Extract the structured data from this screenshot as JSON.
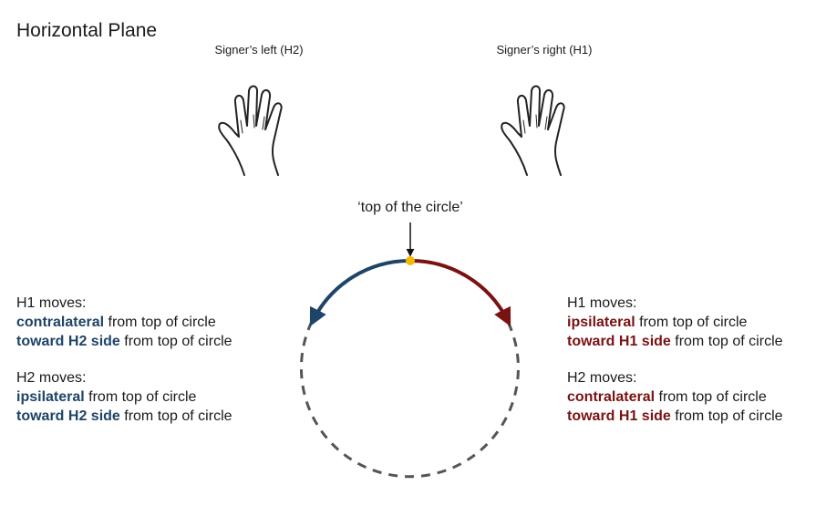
{
  "title": "Horizontal Plane",
  "hands": {
    "left_label": "Signer’s left (H2)",
    "right_label": "Signer’s right (H1)"
  },
  "circle": {
    "top_label": "‘top of the circle’"
  },
  "left_panel": {
    "h1_heading": "H1 moves:",
    "h1_line1_term": "contralateral",
    "h1_line1_rest": " from top of circle",
    "h1_line2_term": "toward H2 side",
    "h1_line2_rest": " from top of circle",
    "h2_heading": "H2 moves:",
    "h2_line1_term": "ipsilateral",
    "h2_line1_rest": " from top of circle",
    "h2_line2_term": "toward H2 side",
    "h2_line2_rest": " from top of circle"
  },
  "right_panel": {
    "h1_heading": "H1 moves:",
    "h1_line1_term": "ipsilateral",
    "h1_line1_rest": " from top of circle",
    "h1_line2_term": "toward H1 side",
    "h1_line2_rest": " from top of circle",
    "h2_heading": "H2 moves:",
    "h2_line1_term": "contralateral",
    "h2_line1_rest": " from top of circle",
    "h2_line2_term": "toward H1 side",
    "h2_line2_rest": " from top of circle"
  },
  "colors": {
    "h2_side": "#1e4467",
    "h1_side": "#7a1212",
    "top_dot": "#f5b800",
    "dashed_circle": "#555555"
  }
}
